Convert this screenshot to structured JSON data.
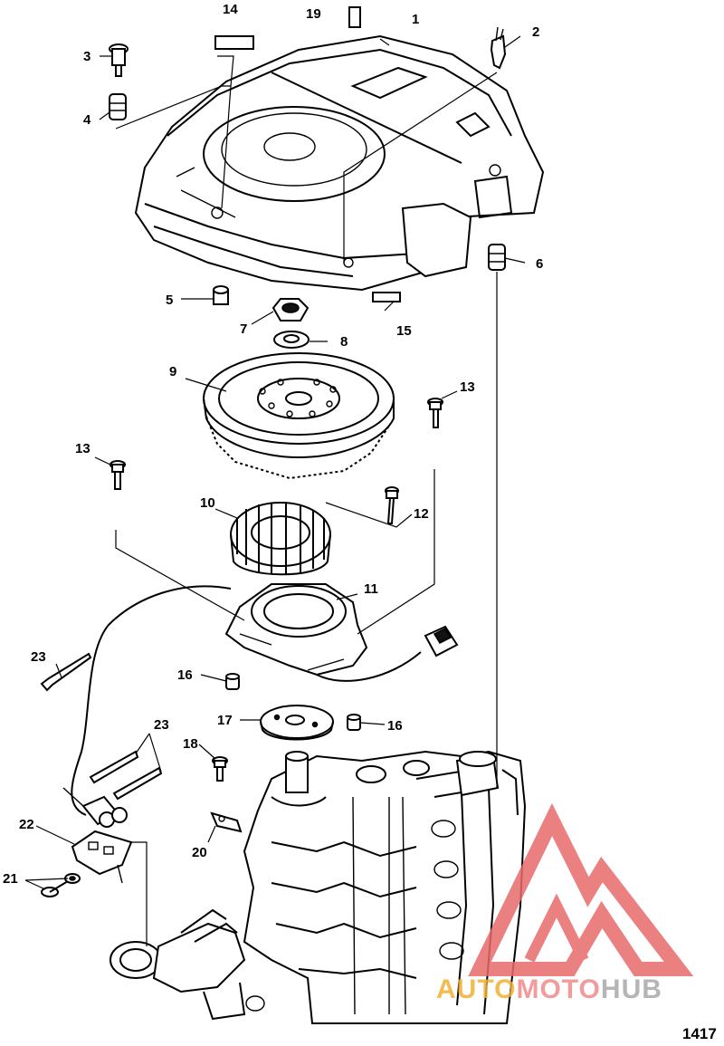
{
  "callouts": [
    {
      "id": "c1",
      "label": "1"
    },
    {
      "id": "c2",
      "label": "2"
    },
    {
      "id": "c3",
      "label": "3"
    },
    {
      "id": "c4",
      "label": "4"
    },
    {
      "id": "c5",
      "label": "5"
    },
    {
      "id": "c6",
      "label": "6"
    },
    {
      "id": "c7",
      "label": "7"
    },
    {
      "id": "c8",
      "label": "8"
    },
    {
      "id": "c9",
      "label": "9"
    },
    {
      "id": "c10",
      "label": "10"
    },
    {
      "id": "c11",
      "label": "11"
    },
    {
      "id": "c12",
      "label": "12"
    },
    {
      "id": "c13a",
      "label": "13"
    },
    {
      "id": "c13b",
      "label": "13"
    },
    {
      "id": "c14",
      "label": "14"
    },
    {
      "id": "c15",
      "label": "15"
    },
    {
      "id": "c16a",
      "label": "16"
    },
    {
      "id": "c16b",
      "label": "16"
    },
    {
      "id": "c17",
      "label": "17"
    },
    {
      "id": "c18",
      "label": "18"
    },
    {
      "id": "c19",
      "label": "19"
    },
    {
      "id": "c20",
      "label": "20"
    },
    {
      "id": "c21",
      "label": "21"
    },
    {
      "id": "c22",
      "label": "22"
    },
    {
      "id": "c23a",
      "label": "23"
    },
    {
      "id": "c23b",
      "label": "23"
    }
  ],
  "figure_number": "1417",
  "watermark": {
    "part1": "AUTO",
    "part2": "MOTO",
    "part3": "HUB",
    "color_part1": "#f2b135",
    "color_part2": "#ef8a8a",
    "color_part3": "#a9a9a9",
    "logo_color": "#e86a6a"
  }
}
